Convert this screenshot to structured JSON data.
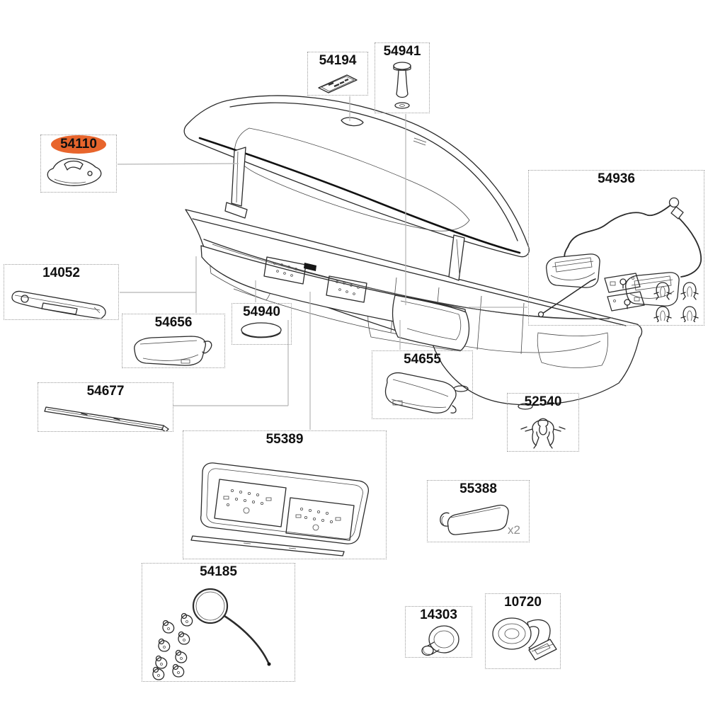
{
  "diagram": {
    "kind": "exploded-parts-diagram",
    "highlighted_part": "54110",
    "colors": {
      "line": "#2b2b2b",
      "leader": "#b5b5b5",
      "box_border": "#9a9a9a",
      "label": "#101010",
      "highlight": "#e8652c",
      "qty": "#8f8f8f"
    }
  },
  "parts": [
    {
      "id": "54194",
      "icon": "brand-badge-icon"
    },
    {
      "id": "54941",
      "icon": "bolt-and-washer-icon"
    },
    {
      "id": "54110",
      "icon": "lid-hook-icon",
      "highlighted": true
    },
    {
      "id": "54936",
      "icon": "rear-light-wiring-kit-icon"
    },
    {
      "id": "14052",
      "icon": "handle-strip-icon"
    },
    {
      "id": "54656",
      "icon": "corner-cover-left-icon"
    },
    {
      "id": "54940",
      "icon": "oval-cap-icon"
    },
    {
      "id": "54655",
      "icon": "corner-cover-right-icon"
    },
    {
      "id": "52540",
      "icon": "cable-clip-icon"
    },
    {
      "id": "54677",
      "icon": "trim-strip-icon"
    },
    {
      "id": "55389",
      "icon": "number-plate-holder-icon"
    },
    {
      "id": "55388",
      "icon": "end-cap-icon",
      "qty": "x2"
    },
    {
      "id": "54185",
      "icon": "wire-loop-and-clips-icon"
    },
    {
      "id": "14303",
      "icon": "grommet-icon"
    },
    {
      "id": "10720",
      "icon": "strap-icon"
    }
  ]
}
